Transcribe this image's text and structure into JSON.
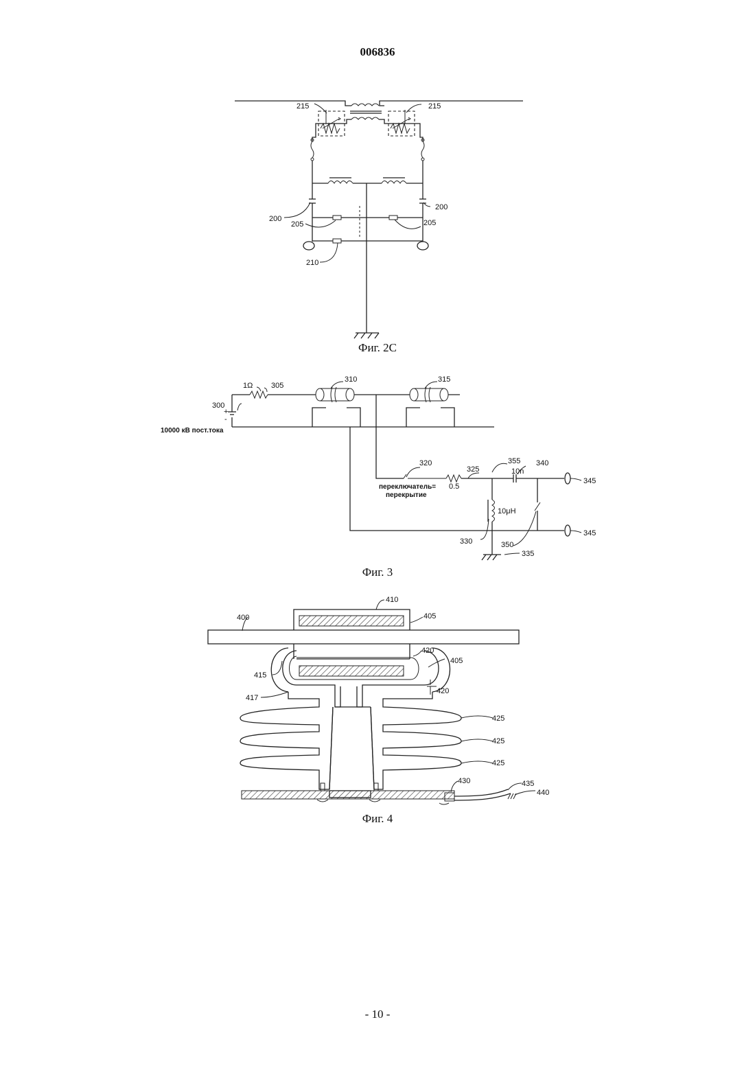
{
  "header": {
    "doc_number": "006836"
  },
  "page": {
    "number": "- 10 -"
  },
  "fig2c": {
    "caption": "Фиг. 2С",
    "labels": {
      "l215a": "215",
      "l215b": "215",
      "l200a": "200",
      "l200b": "200",
      "l205a": "205",
      "l205b": "205",
      "l210": "210"
    }
  },
  "fig3": {
    "caption": "Фиг. 3",
    "labels": {
      "l300": "300",
      "l305": "305",
      "l1ohm": "1Ω",
      "l310": "310",
      "l315": "315",
      "l10kv": "10000 кВ пост.тока",
      "l320": "320",
      "switch1": "переключатель=",
      "switch2": "перекрытие",
      "l325": "325",
      "l05": "0.5",
      "l355": "355",
      "l340": "340",
      "l10n": "10n",
      "l345a": "345",
      "l345b": "345",
      "l10uh": "10μH",
      "l330": "330",
      "l350": "350",
      "l335": "335",
      "plus": "+",
      "minus": "-"
    }
  },
  "fig4": {
    "caption": "Фиг. 4",
    "labels": {
      "l400": "400",
      "l410": "410",
      "l405a": "405",
      "l420a": "420",
      "l405b": "405",
      "l420b": "420",
      "l415": "415",
      "l417": "417",
      "l425a": "425",
      "l425b": "425",
      "l425c": "425",
      "l430": "430",
      "l435": "435",
      "l440": "440"
    }
  }
}
